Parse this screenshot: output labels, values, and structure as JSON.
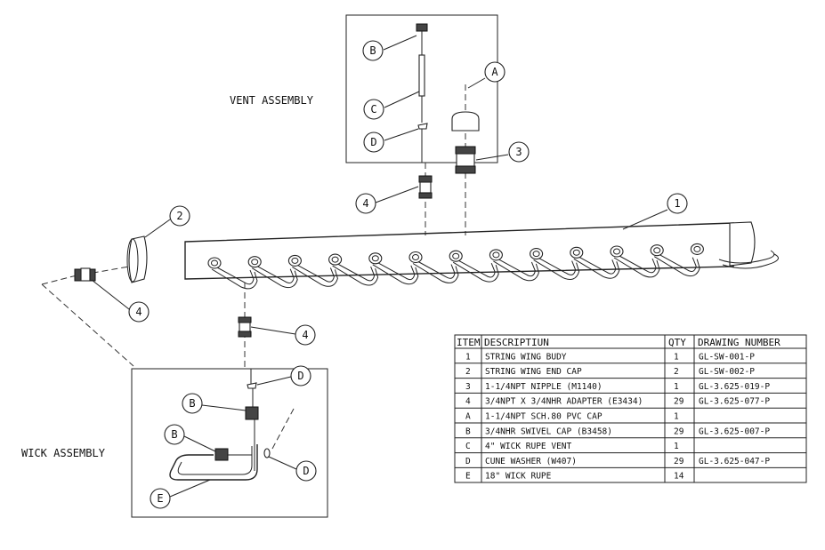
{
  "assemblies": {
    "vent": "VENT ASSEMBLY",
    "wick": "WICK ASSEMBLY"
  },
  "callouts": {
    "vent_B": "B",
    "vent_C": "C",
    "vent_D": "D",
    "top_A": "A",
    "top_3": "3",
    "top_4": "4",
    "body_1": "1",
    "endcap_2": "2",
    "left_4": "4",
    "mid_4": "4",
    "wick_D1": "D",
    "wick_D2": "D",
    "wick_B1": "B",
    "wick_B2": "B",
    "wick_E": "E"
  },
  "table": {
    "headers": {
      "item": "ITEM",
      "description": "DESCRIPTIUN",
      "qty": "QTY",
      "drawing": "DRAWING NUMBER"
    },
    "rows": [
      {
        "item": "1",
        "description": "STRING WING BUDY",
        "qty": "1",
        "drawing": "GL-SW-001-P"
      },
      {
        "item": "2",
        "description": "STRING WING END CAP",
        "qty": "2",
        "drawing": "GL-SW-002-P"
      },
      {
        "item": "3",
        "description": "1-1/4NPT NIPPLE (M1140)",
        "qty": "1",
        "drawing": "GL-3.625-019-P"
      },
      {
        "item": "4",
        "description": "3/4NPT X 3/4NHR ADAPTER (E3434)",
        "qty": "29",
        "drawing": "GL-3.625-077-P"
      },
      {
        "item": "A",
        "description": "1-1/4NPT SCH.80 PVC CAP",
        "qty": "1",
        "drawing": ""
      },
      {
        "item": "B",
        "description": "3/4NHR SWIVEL CAP (B3458)",
        "qty": "29",
        "drawing": "GL-3.625-007-P"
      },
      {
        "item": "C",
        "description": "4\" WICK RUPE VENT",
        "qty": "1",
        "drawing": ""
      },
      {
        "item": "D",
        "description": "CUNE WASHER (W407)",
        "qty": "29",
        "drawing": "GL-3.625-047-P"
      },
      {
        "item": "E",
        "description": "18\" WICK RUPE",
        "qty": "14",
        "drawing": ""
      }
    ]
  }
}
